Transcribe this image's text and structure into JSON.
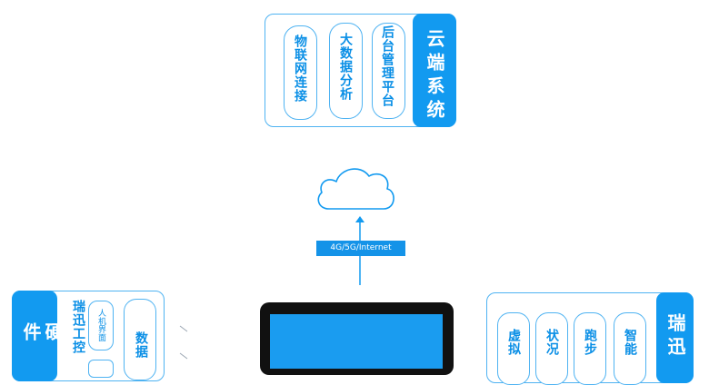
{
  "cloud_panel": {
    "title": "云端系统",
    "items": [
      "物联网连接",
      "大数据分析",
      "后台管理平台"
    ]
  },
  "network": {
    "label": "4G/5G/Internet"
  },
  "hardware_panel": {
    "title": "硬件",
    "items": [
      "瑞迅工控",
      "数据"
    ],
    "subitem": "人机界面"
  },
  "right_panel": {
    "title": "瑞迅",
    "items": [
      "虚拟",
      "状况",
      "跑步",
      "智能"
    ]
  },
  "colors": {
    "accent": "#129af0",
    "border": "#4fb3f2",
    "screen_frame": "#111111"
  },
  "icons": [
    "cloud-icon",
    "up-arrow-icon"
  ]
}
